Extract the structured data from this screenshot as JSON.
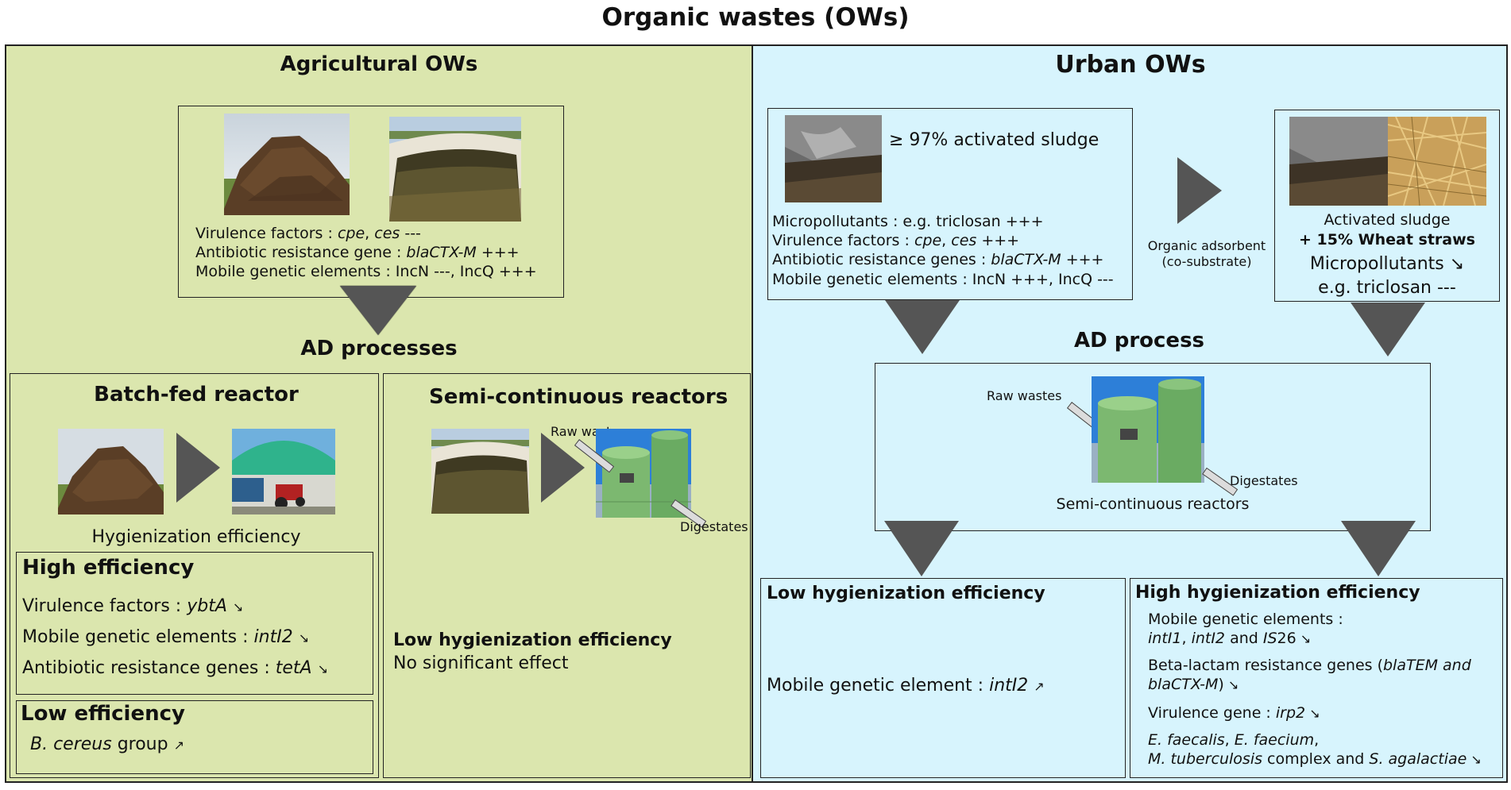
{
  "title": "Organic wastes (OWs)",
  "agri": {
    "title": "Agricultural OWs",
    "lines": [
      {
        "label": "Virulence factors : ",
        "italic": "cpe",
        "sep": ", ",
        "italic2": "ces",
        "suffix": " ---"
      },
      {
        "label": "Antibiotic resistance gene : ",
        "italic": "blaCTX-M",
        "suffix": " +++"
      },
      {
        "label": "Mobile genetic elements : ",
        "plain": "IncN ---, IncQ +++"
      }
    ],
    "ad_title": "AD processes",
    "batch": {
      "title": "Batch-fed reactor",
      "caption": "Hygienization efficiency",
      "high_title": "High efficiency",
      "high_items": [
        {
          "label": "Virulence factors : ",
          "italic": "ybtA",
          "arrow": "↘"
        },
        {
          "label": "Mobile genetic elements : ",
          "italic": "intI2",
          "arrow": "↘"
        },
        {
          "label": "Antibiotic resistance genes : ",
          "italic": "tetA",
          "arrow": "↘"
        }
      ],
      "low_title": "Low efficiency",
      "low_item": {
        "italic": "B. cereus",
        "label": " group ",
        "arrow": "↗"
      }
    },
    "semi": {
      "title": "Semi-continuous reactors",
      "raw": "Raw wastes",
      "digest": "Digestates",
      "low_title": "Low hygienization efficiency",
      "low_text": "No significant effect"
    }
  },
  "urban": {
    "title": "Urban OWs",
    "sludge_label": "≥ 97% activated sludge",
    "lines": [
      {
        "label": "Micropollutants : e.g. triclosan +++"
      },
      {
        "label": "Virulence factors : ",
        "italic": "cpe",
        "sep": ", ",
        "italic2": "ces",
        "suffix": " +++"
      },
      {
        "label": "Antibiotic resistance genes : ",
        "italic": "blaCTX-M",
        "suffix": " +++"
      },
      {
        "label": "Mobile genetic elements : ",
        "plain": "IncN +++, IncQ ---"
      }
    ],
    "adsorbent": "Organic adsorbent",
    "cosubstrate": "(co-substrate)",
    "right_box": {
      "line1": "Activated sludge",
      "line2": "+ 15% Wheat straws",
      "line3": "Micropollutants ↘",
      "line4": "e.g. triclosan ---"
    },
    "ad_title": "AD process",
    "reactor": {
      "raw": "Raw wastes",
      "digest": "Digestates",
      "caption": "Semi-continuous reactors"
    },
    "low": {
      "title": "Low hygienization efficiency",
      "label": "Mobile genetic element : ",
      "italic": "intI2",
      "arrow": "↗"
    },
    "high": {
      "title": "High hygienization efficiency",
      "mge_label": "Mobile genetic elements :",
      "mge_i1": "intI1",
      "mge_sep": ", ",
      "mge_i2": "intI2",
      "mge_and": " and ",
      "mge_i3": "IS",
      "mge_num": "26",
      "mge_arrow": " ↘",
      "beta_label": "Beta-lactam resistance genes (",
      "beta_i1": "blaTEM and",
      "beta_i2": "blaCTX-M",
      "beta_close": ")",
      "beta_arrow": " ↘",
      "vir_label": "Virulence gene : ",
      "vir_i": "irp2",
      "vir_arrow": " ↘",
      "bac_i1": "E. faecalis",
      "bac_sep1": ", ",
      "bac_i2": "E. faecium",
      "bac_sep2": ",",
      "bac_i3": "M. tuberculosis",
      "bac_mid": " complex and ",
      "bac_i4": "S. agalactiae",
      "bac_arrow": " ↘"
    }
  },
  "colors": {
    "agri_bg": "#dbe6ae",
    "urban_bg": "#d7f4fd",
    "arrow": "#555555"
  },
  "icons": [
    "manure-pile-photo",
    "slurry-tank-photo",
    "sludge-photo",
    "wheat-straw-photo",
    "digester-photo",
    "biogas-plant-photo",
    "triangle-arrow"
  ]
}
